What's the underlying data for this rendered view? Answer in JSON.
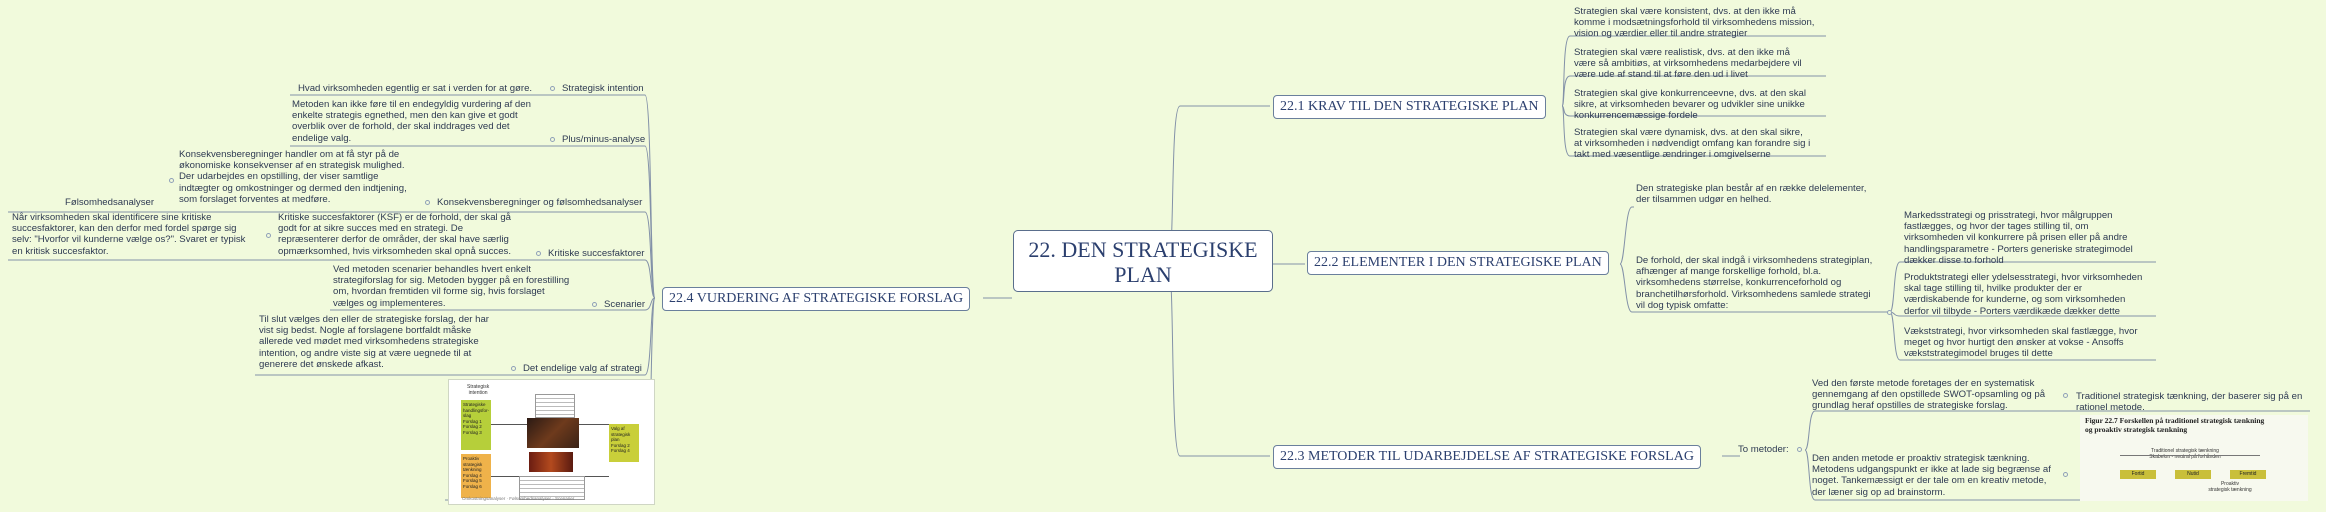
{
  "central": {
    "title": "22. DEN STRATEGISKE PLAN"
  },
  "krav": {
    "title": "22.1 KRAV TIL DEN STRATEGISKE PLAN",
    "items": [
      "Strategien skal være konsistent, dvs. at den ikke må\nkomme i modsætningsforhold til virksomhedens mission,\nvision og værdier eller til andre strategier",
      "Strategien skal være realistisk, dvs. at den ikke må\nvære så ambitiøs, at virksomhedens medarbejdere vil\nvære ude af stand til at føre den ud i livet",
      "Strategien skal give konkurrenceevne, dvs. at den skal\nsikre, at virksomheden bevarer og udvikler sine unikke\nkonkurrencemæssige fordele",
      "Strategien skal være dynamisk, dvs. at den skal sikre,\nat virksomheden i nødvendigt omfang kan forandre sig i\ntakt med væsentlige ændringer i omgivelserne"
    ]
  },
  "elementer": {
    "title": "22.2 ELEMENTER I DEN STRATEGISKE PLAN",
    "intro": "Den strategiske plan består af en række delelementer,\nder tilsammen udgør en helhed.",
    "forhold": "De forhold, der skal indgå i virksomhedens strategiplan,\nafhænger af mange forskellige forhold, bl.a.\nvirksomhedens størrelse, konkurrenceforhold og\nbranchetilhørsforhold. Virksomhedens samlede strategi\nvil dog typisk omfatte:",
    "sub": [
      "Markedsstrategi og prisstrategi, hvor målgruppen\nfastlægges, og hvor der tages stilling til, om\nvirksomheden vil konkurrere på prisen eller på andre\nhandlingsparametre - Porters generiske strategimodel\ndækker disse to forhold",
      "Produktstrategi eller ydelsesstrategi, hvor virksomheden\nskal tage stilling til, hvilke produkter der er\nværdiskabende for kunderne, og som virksomheden\nderfor vil tilbyde - Porters værdikæde dækker dette",
      "Vækststrategi, hvor virksomheden skal fastlægge, hvor\nmeget og hvor hurtigt den ønsker at vokse - Ansoffs\nvækststrategimodel bruges til dette"
    ]
  },
  "metoder": {
    "title": "22.3 METODER TIL UDARBEJDELSE AF STRATEGISKE FORSLAG",
    "to_metoder": "To metoder:",
    "first": "Ved den første metode foretages der en systematisk\ngennemgang af den opstillede SWOT-opsamling og på\ngrundlag heraf opstilles de strategiske forslag.",
    "traditionel": "Traditionel strategisk tænkning, der baserer sig på en\nrationel metode.",
    "second": "Den anden metode er proaktiv strategisk tænkning.\nMetodens udgangspunkt er ikke at lade sig begrænse af\nnoget. Tankemæssigt er der tale om en kreativ metode,\nder læner sig op ad brainstorm.",
    "figure": {
      "caption": "Figur 22.7 Forskellen på traditionel strategisk tænkning\nog proaktiv strategisk tænkning",
      "top_label": "Traditionel strategisk tænkning\nSkabelon - neutral på forhånden",
      "box1": "Fortid",
      "box2": "Nutid",
      "box3": "Fremtid",
      "bottom_label": "Proaktiv\nstrategisk tænkning"
    }
  },
  "vurdering": {
    "title": "22.4 VURDERING AF STRATEGISKE FORSLAG",
    "strategisk_intention": {
      "label": "Strategisk intention",
      "text": "Hvad virksomheden egentlig er sat i verden for at gøre."
    },
    "plus_minus": {
      "label": "Plus/minus-analyse",
      "text": "Metoden kan ikke føre til en endegyldig vurdering af den\nenkelte strategis egnethed, men den kan give et godt\noverblik over de forhold, der skal inddrages ved det\nendelige valg."
    },
    "konsekvens": {
      "label": "Konsekvensberegninger og følsomhedsanalyser",
      "text": "Konsekvensberegninger handler om at få styr på de\nøkonomiske konsekvenser af en strategisk mulighed.\nDer udarbejdes en opstilling, der viser samtlige\nindtægter og omkostninger og dermed den indtjening,\nsom forslaget forventes at medføre.",
      "sub_label": "Følsomhedsanalyser"
    },
    "ksf": {
      "label": "Kritiske succesfaktorer",
      "text": "Kritiske succesfaktorer (KSF) er de forhold, der skal gå\ngodt for at sikre succes med en strategi. De\nrepræsenterer derfor de områder, der skal have særlig\nopmærksomhed, hvis virksomheden skal opnå succes.",
      "left_text": "Når virksomheden skal identificere sine kritiske\nsuccesfaktorer, kan den derfor med fordel spørge sig\nselv: \"Hvorfor vil kunderne vælge os?\". Svaret er typisk\nen kritisk succesfaktor."
    },
    "scenarier": {
      "label": "Scenarier",
      "text": "Ved metoden scenarier behandles hvert enkelt\nstrategiforslag for sig. Metoden bygger på en forestilling\nom, hvordan fremtiden vil forme sig, hvis forslaget\nvælges og implementeres."
    },
    "endelige": {
      "label": "Det endelige valg af strategi",
      "text": "Til slut vælges den eller de strategiske forslag, der har\nvist sig bedst. Nogle af forslagene bortfaldt måske\nallerede ved mødet med virksomhedens strategiske\nintention, og andre viste sig at være uegnede til at\ngenerere det ønskede afkast."
    },
    "figure": {
      "top_label": "Strategisk\nintention",
      "green_box": "Strategiske\nhandlingsfor-\nslag\nForslag 1\nForslag 2\nForslag 3",
      "orange_box": "Proaktiv\nstrategisk\ntænkning\nForslag 4\nForslag 5\nForslag 6",
      "right_box": "Valg af\nstrategisk\nplan\nForslag 2\nForslag 4",
      "caption": "Omkostningsanalyser · Følsomhedsanalyser · Scenarier"
    }
  },
  "colors": {
    "background": "#f1fadc",
    "line": "#7c8ca4",
    "title": "#2b3f6e"
  }
}
